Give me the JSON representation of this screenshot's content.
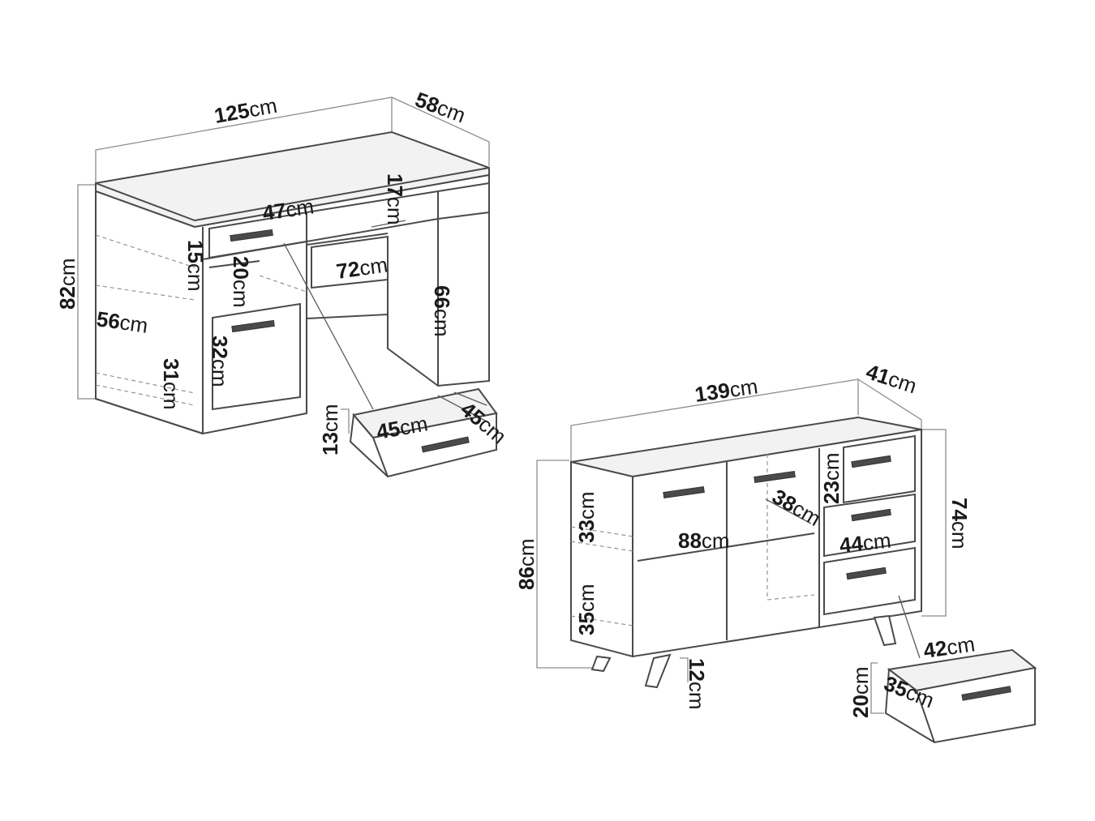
{
  "desk": {
    "labels": [
      {
        "id": "desk-width",
        "value": "125",
        "unit": "cm"
      },
      {
        "id": "desk-depth",
        "value": "58",
        "unit": "cm"
      },
      {
        "id": "desk-height",
        "value": "82",
        "unit": "cm"
      },
      {
        "id": "desk-top-drawer-width",
        "value": "47",
        "unit": "cm"
      },
      {
        "id": "desk-opening-height",
        "value": "17",
        "unit": "cm"
      },
      {
        "id": "desk-shelf-height",
        "value": "15",
        "unit": "cm"
      },
      {
        "id": "desk-cabinet-opening",
        "value": "20",
        "unit": "cm"
      },
      {
        "id": "desk-knee-width",
        "value": "72",
        "unit": "cm"
      },
      {
        "id": "desk-knee-height",
        "value": "66",
        "unit": "cm"
      },
      {
        "id": "desk-side-depth",
        "value": "56",
        "unit": "cm"
      },
      {
        "id": "desk-door-height",
        "value": "32",
        "unit": "cm"
      },
      {
        "id": "desk-lower-shelf",
        "value": "31",
        "unit": "cm"
      },
      {
        "id": "desk-drawer-height",
        "value": "13",
        "unit": "cm"
      },
      {
        "id": "desk-drawer-width",
        "value": "45",
        "unit": "cm"
      },
      {
        "id": "desk-drawer-depth",
        "value": "45",
        "unit": "cm"
      }
    ]
  },
  "sideboard": {
    "labels": [
      {
        "id": "sb-width",
        "value": "139",
        "unit": "cm"
      },
      {
        "id": "sb-depth",
        "value": "41",
        "unit": "cm"
      },
      {
        "id": "sb-total-height",
        "value": "86",
        "unit": "cm"
      },
      {
        "id": "sb-body-height",
        "value": "74",
        "unit": "cm"
      },
      {
        "id": "sb-upper-shelf",
        "value": "33",
        "unit": "cm"
      },
      {
        "id": "sb-lower-shelf",
        "value": "35",
        "unit": "cm"
      },
      {
        "id": "sb-small-drawer",
        "value": "23",
        "unit": "cm"
      },
      {
        "id": "sb-inner-depth",
        "value": "38",
        "unit": "cm"
      },
      {
        "id": "sb-inner-width",
        "value": "88",
        "unit": "cm"
      },
      {
        "id": "sb-drawer-section",
        "value": "44",
        "unit": "cm"
      },
      {
        "id": "sb-leg-height",
        "value": "12",
        "unit": "cm"
      },
      {
        "id": "sb-drawer-width",
        "value": "42",
        "unit": "cm"
      },
      {
        "id": "sb-drawer-depth",
        "value": "35",
        "unit": "cm"
      },
      {
        "id": "sb-drawer-height",
        "value": "20",
        "unit": "cm"
      }
    ]
  }
}
